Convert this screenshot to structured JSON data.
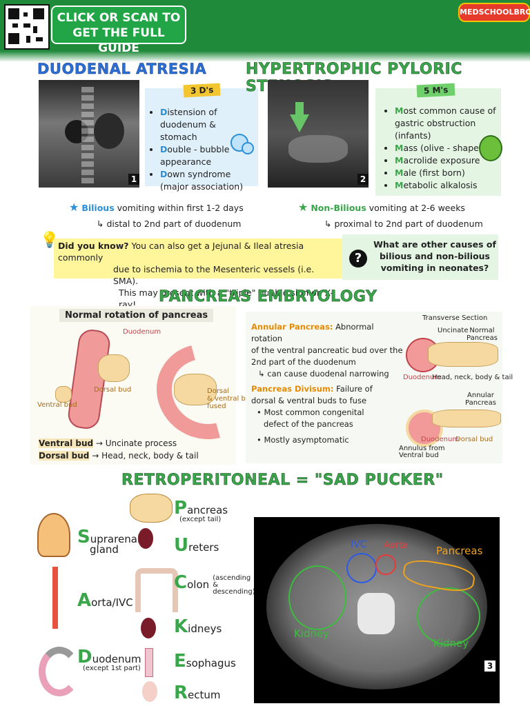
{
  "banner": {
    "cta_line1": "CLICK OR SCAN TO",
    "cta_line2": "GET THE FULL GUIDE",
    "brand": "MEDSCHOOLBRO"
  },
  "duodenal": {
    "title": "DUODENAL ATRESIA",
    "image_number": "1",
    "tag": "3 D's",
    "bullets": [
      {
        "letter": "D",
        "rest": "istension of duodenum & stomach"
      },
      {
        "letter": "D",
        "rest": "ouble - bubble appearance"
      },
      {
        "letter": "D",
        "rest": "own syndrome (major association)"
      }
    ],
    "vomit_label": "Bilious",
    "vomit_rest": "vomiting within first 1-2 days",
    "location_note": "↳ distal to 2nd part of duodenum"
  },
  "pyloric": {
    "title": "HYPERTROPHIC PYLORIC STENOSIS",
    "circle_number": "②",
    "image_number": "2",
    "tag": "5 M's",
    "bullets": [
      {
        "letter": "M",
        "rest": "ost common cause of gastric obstruction (infants)"
      },
      {
        "letter": "M",
        "rest": "ass (olive - shaped)"
      },
      {
        "letter": "M",
        "rest": "acrolide exposure"
      },
      {
        "letter": "M",
        "rest": "ale (first born)"
      },
      {
        "letter": "M",
        "rest": "etabolic alkalosis"
      }
    ],
    "vomit_label": "Non-Bilious",
    "vomit_rest": "vomiting at 2-6 weeks",
    "location_note": "↳ proximal to 2nd part of duodenum"
  },
  "did_you_know": {
    "lead": "Did you know?",
    "line1": "You can also get a Jejunal & Ileal atresia commonly",
    "line2": "due to ischemia to the Mesenteric vessels (i.e. SMA).",
    "line3": "This may present with a \"triple\" bubble sign on X-ray!"
  },
  "question_box": {
    "icon": "?",
    "line1": "What are other causes of",
    "line2": "bilious and non-bilious",
    "line3": "vomiting in neonates?"
  },
  "pancreas": {
    "title": "PANCREAS EMBRYOLOGY",
    "normal_rotation": "Normal rotation of pancreas",
    "duodenum_label": "Duodenum",
    "dorsal_bud": "Dorsal bud",
    "ventral_bud": "Ventral bud",
    "fused_label_1": "Dorsal",
    "fused_label_2": "& ventral buds",
    "fused_label_3": "fused",
    "ventral_map_bud": "Ventral bud",
    "ventral_map_rest": "→ Uncinate process",
    "dorsal_map_bud": "Dorsal bud",
    "dorsal_map_rest": "→ Head, neck, body & tail",
    "annular_title": "Annular Pancreas:",
    "annular_text_1": "Abnormal rotation",
    "annular_text_2": "of the ventral pancreatic bud over the",
    "annular_text_3": "2nd part of the duodenum",
    "annular_text_4": "↳ can cause duodenal narrowing",
    "divisum_title": "Pancreas Divisum:",
    "divisum_text_1": "Failure of",
    "divisum_text_2": "dorsal & ventral buds to fuse",
    "divisum_bullet_1": "Most common congenital",
    "divisum_bullet_1b": "defect of the pancreas",
    "divisum_bullet_2": "Mostly asymptomatic",
    "transverse_section": "Transverse Section",
    "uncinate": "Uncinate",
    "normal_pancreas_1": "Normal",
    "normal_pancreas_2": "Pancreas",
    "duodenum_small": "Duodenum",
    "head_neck": "Head, neck, body & tail",
    "annular_pancreas_1": "Annular",
    "annular_pancreas_2": "Pancreas",
    "dorsal_bud_2": "Dorsal bud",
    "annulus_1": "Annulus from",
    "annulus_2": "Ventral bud",
    "duodenum_small_2": "Duodenum"
  },
  "retro": {
    "title": "RETROPERITONEAL = \"SAD PUCKER\"",
    "items": [
      {
        "letter": "S",
        "word": "uprarenal",
        "extra": "gland"
      },
      {
        "letter": "A",
        "word": "orta/IVC",
        "extra": ""
      },
      {
        "letter": "D",
        "word": "uodenum",
        "extra": "(except 1st part)"
      },
      {
        "letter": "P",
        "word": "ancreas",
        "extra": "(except tail)"
      },
      {
        "letter": "U",
        "word": "reters",
        "extra": ""
      },
      {
        "letter": "C",
        "word": "olon",
        "extra": "(ascending & descending)"
      },
      {
        "letter": "K",
        "word": "idneys",
        "extra": ""
      },
      {
        "letter": "E",
        "word": "sophagus",
        "extra": ""
      },
      {
        "letter": "R",
        "word": "ectum",
        "extra": ""
      }
    ],
    "ct_labels": {
      "ivc": "IVC",
      "aorta": "Aorta",
      "pancreas": "Pancreas",
      "kidney_left": "Kidney",
      "kidney_right": "Kidney"
    },
    "image_number": "3"
  }
}
